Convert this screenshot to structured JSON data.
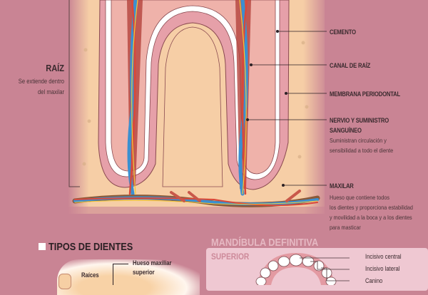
{
  "root": {
    "title": "RAÍZ",
    "desc_line1": "Se extiende dentro",
    "desc_line2": "del maxilar"
  },
  "labels": {
    "cemento": "CEMENTO",
    "canal": "CANAL DE RAÍZ",
    "membrana": "MEMBRANA PERIODONTAL",
    "nervio_line1": "NERVIO Y SUMINISTRO",
    "nervio_line2": "SANGUÍNEO",
    "nervio_desc1": "Suministran circulación y",
    "nervio_desc2": "sensibilidad a todo el diente",
    "maxilar": "MAXILAR",
    "maxilar_desc1": "Hueso que contiene todos",
    "maxilar_desc2": "los dientes y proporciona estabilidad",
    "maxilar_desc3": "y movilidad a la boca y a los dientes",
    "maxilar_desc4": "para masticar"
  },
  "tipos": {
    "title": "TIPOS DE DIENTES",
    "raices": "Raíces",
    "hueso_line1": "Hueso maxiliar",
    "hueso_line2": "superior"
  },
  "mandibula": {
    "title": "MANDÍBULA DEFINITIVA",
    "superior": "SUPERIOR",
    "teeth": [
      "Incisivo central",
      "Incisivo lateral",
      "Canino"
    ]
  },
  "colors": {
    "background": "#c98494",
    "bone": "#f6cfa4",
    "tooth": "#e9a2ab",
    "vein": "#3b8fd0",
    "artery": "#d9483a",
    "nerve": "#f0c93a"
  }
}
